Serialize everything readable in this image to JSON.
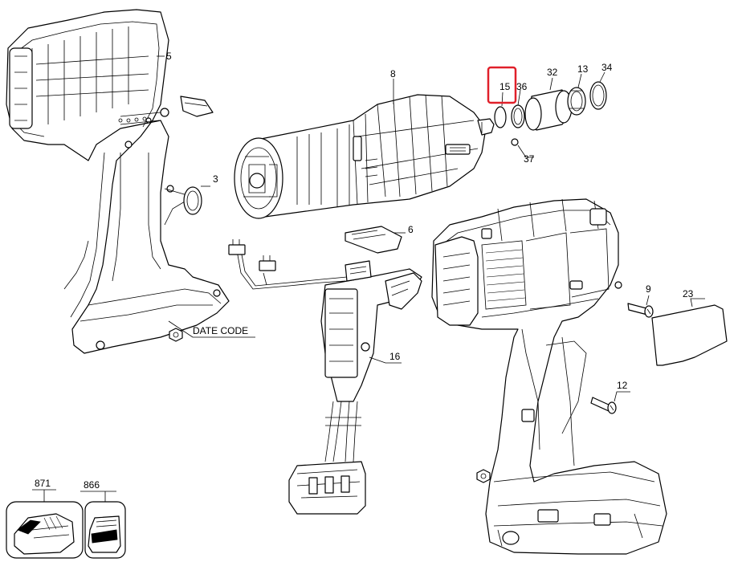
{
  "diagram": {
    "labels": {
      "p5": "5",
      "p3": "3",
      "p8": "8",
      "p15": "15",
      "p36": "36",
      "p32": "32",
      "p13": "13",
      "p34": "34",
      "p37": "37",
      "p6": "6",
      "p16": "16",
      "p9": "9",
      "p23": "23",
      "p12": "12",
      "p871": "871",
      "p866": "866",
      "date_code": "DATE CODE"
    },
    "highlight": {
      "target": "15",
      "color": "#e0202a"
    }
  }
}
